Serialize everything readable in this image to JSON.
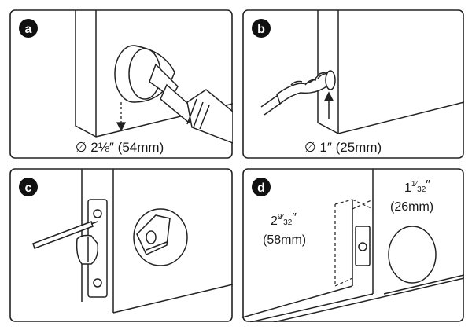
{
  "panels": [
    {
      "badge": "a",
      "caption": "∅ 2⅛″ (54mm)"
    },
    {
      "badge": "b",
      "caption": "∅ 1″ (25mm)"
    },
    {
      "badge": "c"
    },
    {
      "badge": "d",
      "dim_backset": {
        "whole": "2",
        "num": "9",
        "den": "32",
        "unit": "″",
        "metric": "(58mm)"
      },
      "dim_edge": {
        "whole": "1",
        "num": "1",
        "den": "32",
        "unit": "″",
        "metric": "(26mm)"
      }
    }
  ]
}
